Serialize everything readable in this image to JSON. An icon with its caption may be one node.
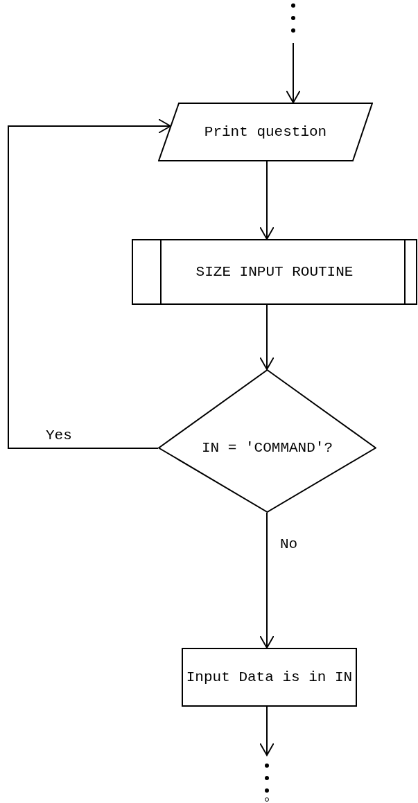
{
  "diagram": {
    "nodes": [
      {
        "text": [
          "Print question"
        ]
      },
      {
        "text": [
          "SIZE INPUT ROUTINE"
        ]
      },
      {
        "text": [
          "IN = 'COMMAND'?"
        ]
      },
      {
        "text": [
          "Input Data is in IN"
        ]
      }
    ],
    "edges": [
      {
        "from": null,
        "to": 0,
        "arrow": "to"
      },
      {
        "from": 0,
        "to": 1,
        "arrow": "to"
      },
      {
        "from": 1,
        "to": 2,
        "arrow": "to"
      },
      {
        "from": 2,
        "to": 0,
        "arrow": "to",
        "label": "Yes"
      },
      {
        "from": 2,
        "to": 3,
        "arrow": "to",
        "label": "No"
      },
      {
        "from": 3,
        "to": null,
        "arrow": "to"
      }
    ]
  }
}
